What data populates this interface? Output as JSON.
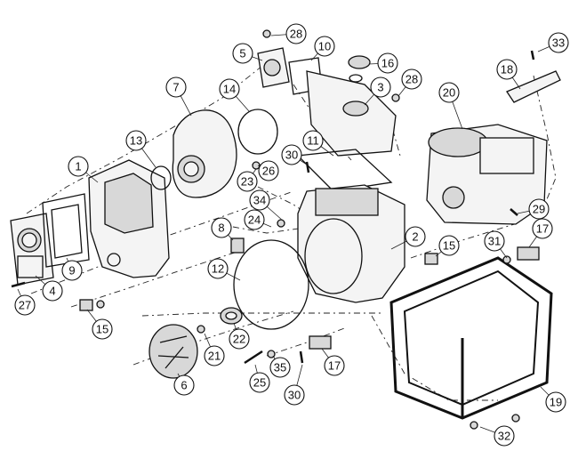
{
  "diagram": {
    "callouts": [
      "1",
      "2",
      "3",
      "4",
      "5",
      "6",
      "7",
      "8",
      "9",
      "10",
      "11",
      "12",
      "13",
      "14",
      "15",
      "15",
      "16",
      "17",
      "17",
      "18",
      "19",
      "20",
      "21",
      "22",
      "23",
      "24",
      "25",
      "26",
      "27",
      "28",
      "28",
      "29",
      "30",
      "30",
      "31",
      "32",
      "33",
      "34",
      "35"
    ]
  }
}
